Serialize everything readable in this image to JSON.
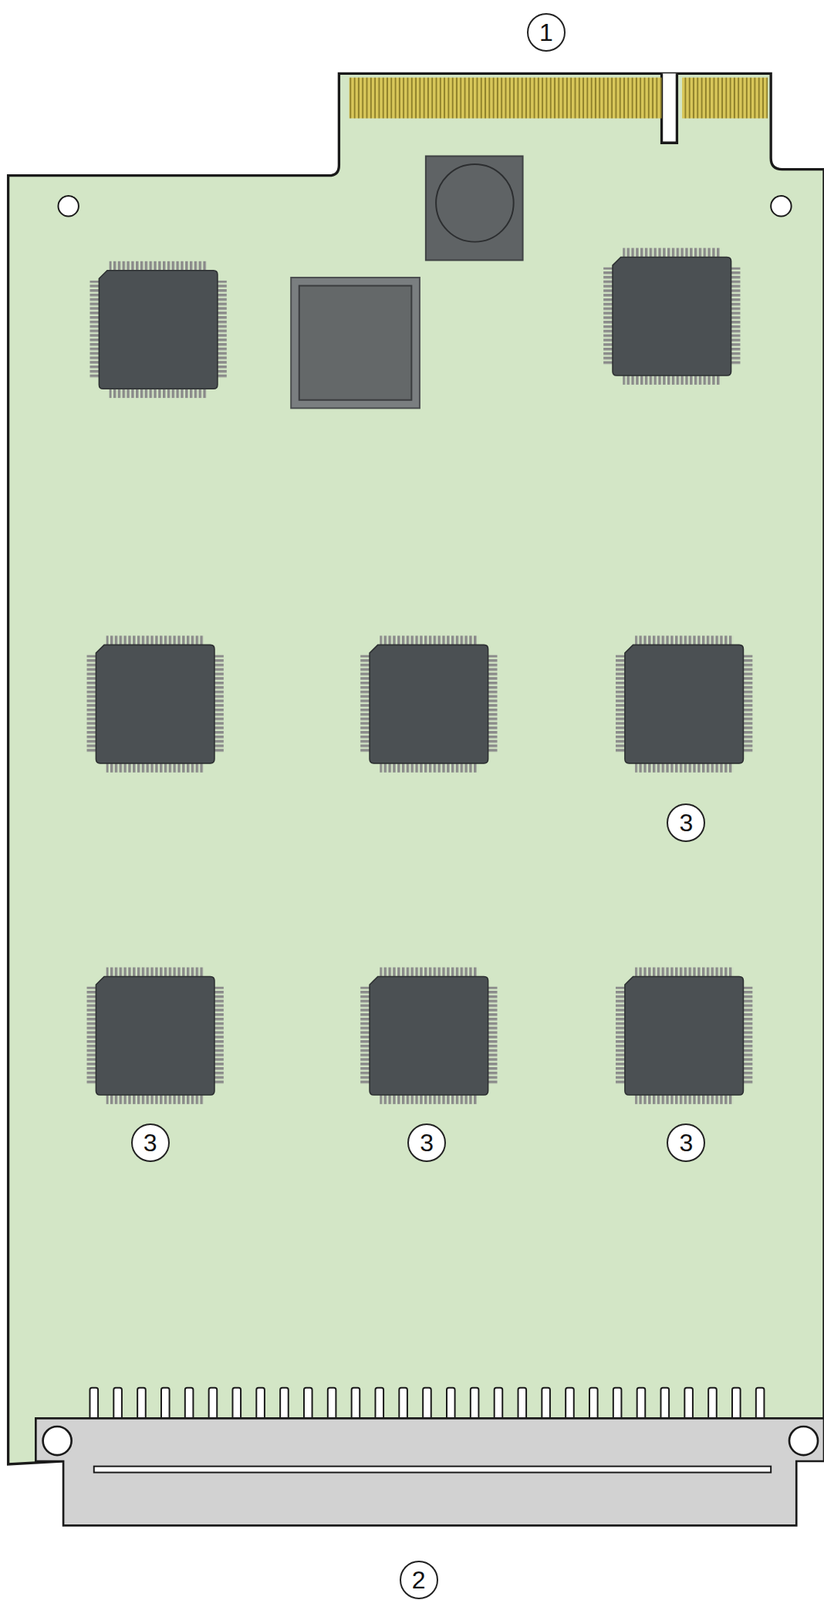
{
  "diagram": {
    "labels": [
      "1",
      "3",
      "3",
      "3",
      "3",
      "2"
    ]
  }
}
